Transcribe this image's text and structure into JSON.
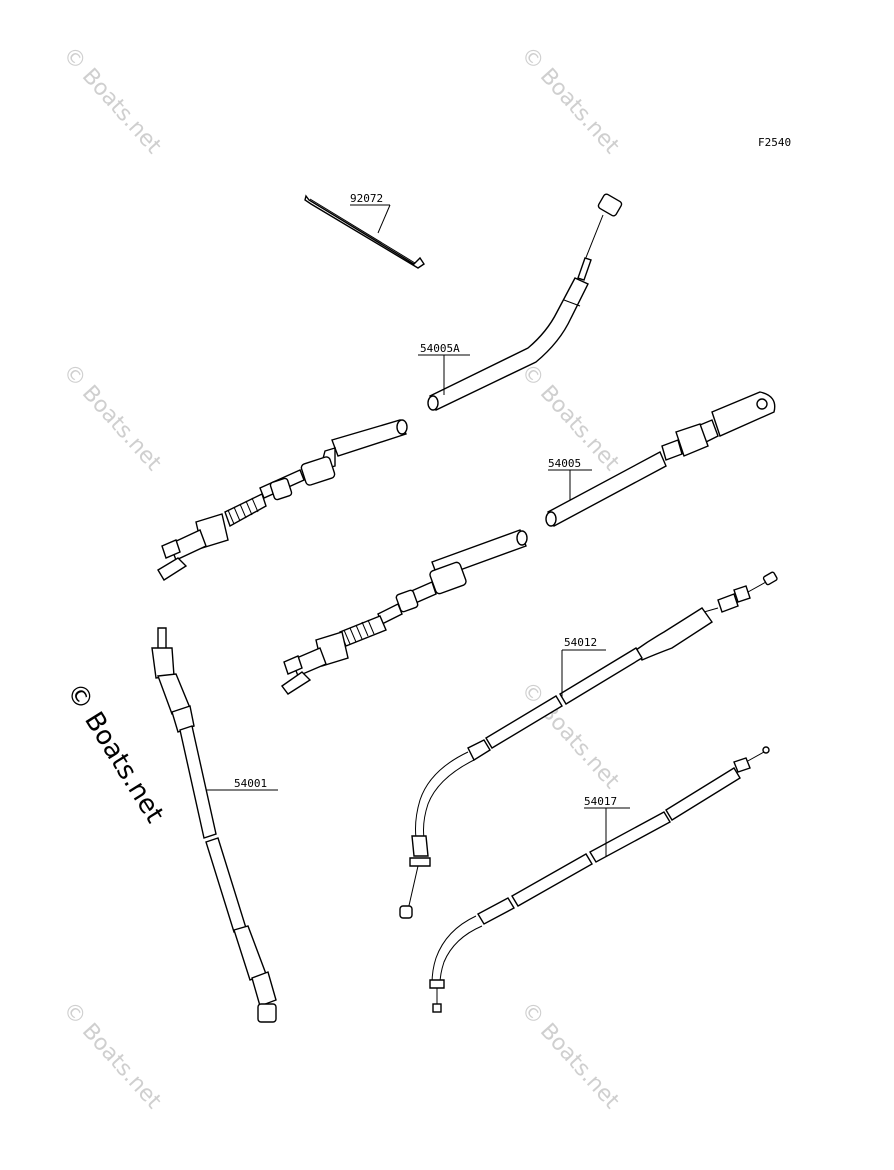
{
  "figure_code": "F2540",
  "watermark": "© Boats.net",
  "parts": [
    {
      "id": "tie",
      "number": "92072"
    },
    {
      "id": "cable-54005a",
      "number": "54005A"
    },
    {
      "id": "cable-54005",
      "number": "54005"
    },
    {
      "id": "cable-54012",
      "number": "54012"
    },
    {
      "id": "cable-54001",
      "number": "54001"
    },
    {
      "id": "cable-54017",
      "number": "54017"
    }
  ]
}
